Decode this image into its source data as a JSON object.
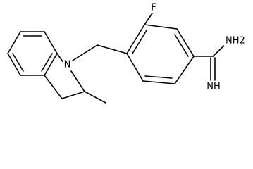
{
  "structure": {
    "atom_labels": {
      "nitrogen": "N",
      "fluorine": "F",
      "amine": "NH2",
      "imine": "NH"
    }
  }
}
